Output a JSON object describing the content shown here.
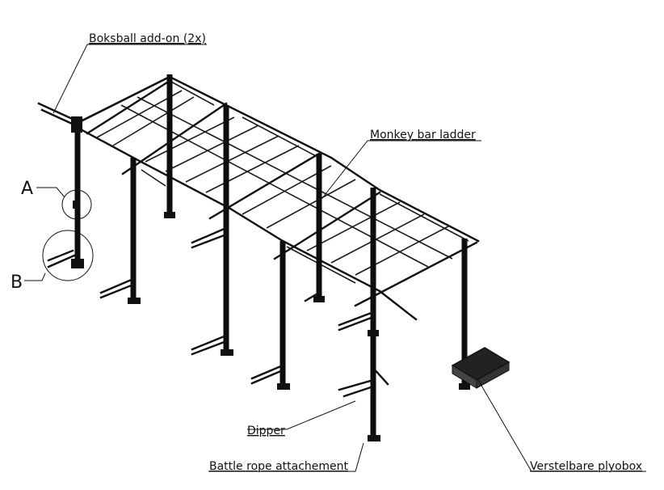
{
  "labels": {
    "boksball": "Boksball add-on (2x)",
    "monkey": "Monkey bar ladder",
    "dipper": "Dipper",
    "battle_rope": "Battle rope attachement",
    "plyobox": "Verstelbare plyobox"
  },
  "details": {
    "a": "A",
    "b": "B"
  }
}
